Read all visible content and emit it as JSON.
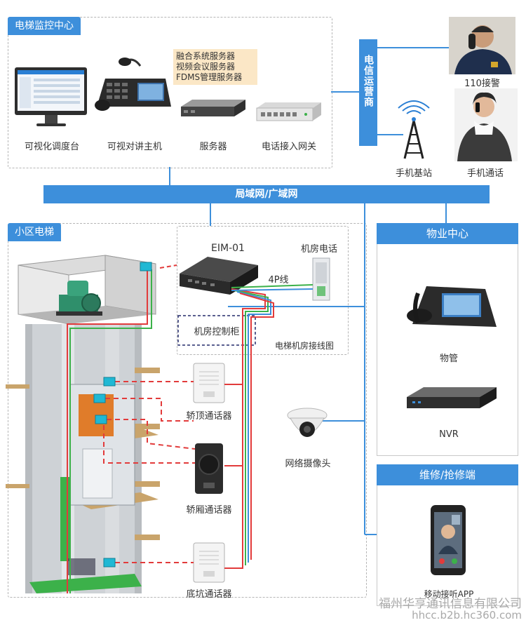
{
  "monitor_center": {
    "title": "电梯监控中心",
    "devices": [
      "可视化调度台",
      "可视对讲主机",
      "服务器",
      "电话接入网关"
    ],
    "servers_note": [
      "融合系统服务器",
      "视频会议服务器",
      "FDMS管理服务器"
    ]
  },
  "telecom_label": "电信运营商",
  "public": {
    "police_label": "110接警",
    "tower_label": "手机基站",
    "mobile_call_label": "手机通话"
  },
  "network_label": "局域网/广域网",
  "community": {
    "title": "小区电梯",
    "eim_label": "EIM-01",
    "room_phone_label": "机房电话",
    "line_label": "4P线",
    "cabinet_label": "机房控制柜",
    "wiring_label": "电梯机房接线图",
    "car_top_label": "轿顶通话器",
    "car_label": "轿厢通话器",
    "pit_label": "底坑通话器",
    "camera_label": "网络摄像头"
  },
  "property": {
    "title": "物业中心",
    "phone_label": "物管",
    "nvr_label": "NVR"
  },
  "repair": {
    "title": "维修/抢修端",
    "app_label": "移动接听APP"
  },
  "watermark": {
    "company": "福州华亨通讯信息有限公司",
    "url": "hhcc.b2b.hc360.com"
  },
  "colors": {
    "accent": "#3d8fdb",
    "wire_red": "#e23b3b",
    "wire_green": "#3cb14a",
    "wire_blue": "#3d8fdb"
  }
}
